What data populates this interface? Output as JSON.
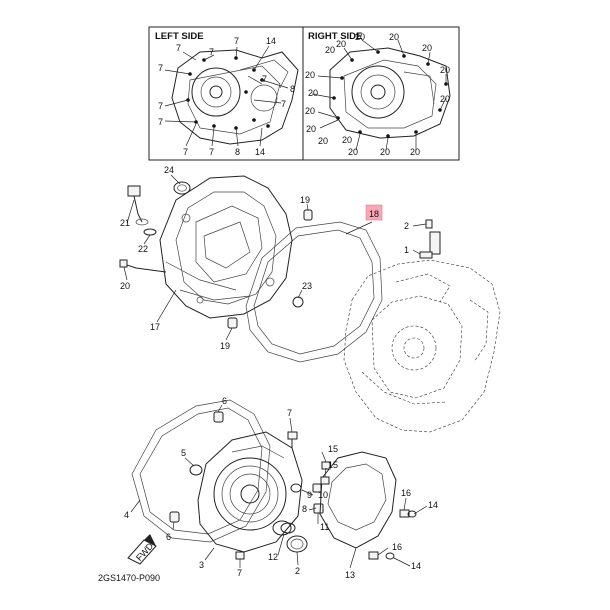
{
  "diagram_code": "2GS1470-P090",
  "left_side_title": "LEFT SIDE",
  "right_side_title": "RIGHT SIDE",
  "highlight_color": "#f6a9b5",
  "fwd_label": "FWD",
  "left_inset_labels": [
    "7",
    "7",
    "7",
    "7",
    "7",
    "7",
    "7",
    "7",
    "8",
    "8",
    "14",
    "14"
  ],
  "right_inset_labels": [
    "20",
    "20",
    "20",
    "20",
    "20",
    "20",
    "20",
    "20",
    "20",
    "20",
    "20",
    "20",
    "20",
    "20",
    "20",
    "20"
  ],
  "main_labels": {
    "p1": "1",
    "p2": "2",
    "p3": "3",
    "p4": "4",
    "p5": "5",
    "p6a": "6",
    "p6b": "6",
    "p7a": "7",
    "p7b": "7",
    "p8": "8",
    "p9": "9",
    "p10": "10",
    "p11": "11",
    "p12": "12",
    "p13": "13",
    "p14a": "14",
    "p14b": "14",
    "p15a": "15",
    "p15b": "15",
    "p16a": "16",
    "p16b": "16",
    "p17": "17",
    "p18": "18",
    "p19a": "19",
    "p19b": "19",
    "p20": "20",
    "p21": "21",
    "p22": "22",
    "p23": "23",
    "p24": "24"
  }
}
